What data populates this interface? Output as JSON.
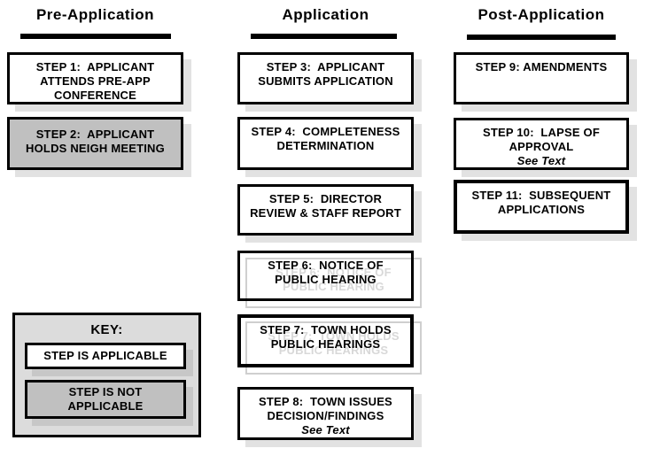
{
  "columns": [
    {
      "header": "Pre-Application"
    },
    {
      "header": "Application"
    },
    {
      "header": "Post-Application"
    }
  ],
  "steps": {
    "s1": {
      "lines": [
        "STEP 1:  APPLICANT",
        "ATTENDS PRE-APP",
        "CONFERENCE"
      ],
      "status": "applicable"
    },
    "s2": {
      "lines": [
        "STEP 2:  APPLICANT",
        "HOLDS NEIGH MEETING"
      ],
      "status": "not-applicable"
    },
    "s3": {
      "lines": [
        "STEP 3:  APPLICANT",
        "SUBMITS APPLICATION"
      ],
      "status": "applicable"
    },
    "s4": {
      "lines": [
        "STEP 4:  COMPLETENESS",
        "DETERMINATION"
      ],
      "status": "applicable"
    },
    "s5": {
      "lines": [
        "STEP 5:  DIRECTOR",
        "REVIEW & STAFF REPORT"
      ],
      "status": "applicable"
    },
    "s6": {
      "lines": [
        "STEP 6:  NOTICE OF",
        "PUBLIC HEARING"
      ],
      "status": "applicable"
    },
    "s7": {
      "lines": [
        "STEP 7:  TOWN HOLDS",
        "PUBLIC HEARINGS"
      ],
      "status": "applicable"
    },
    "s8": {
      "lines": [
        "STEP 8:  TOWN ISSUES",
        "DECISION/FINDINGS"
      ],
      "note": "See Text",
      "status": "applicable"
    },
    "s9": {
      "lines": [
        "STEP 9: AMENDMENTS"
      ],
      "status": "applicable"
    },
    "s10": {
      "lines": [
        "STEP 10:  LAPSE OF",
        "APPROVAL"
      ],
      "note": "See Text",
      "status": "applicable"
    },
    "s11": {
      "lines": [
        "STEP 11:  SUBSEQUENT",
        "APPLICATIONS"
      ],
      "status": "applicable"
    }
  },
  "key": {
    "title": "KEY:",
    "applicable": {
      "lines": [
        "STEP IS APPLICABLE"
      ]
    },
    "not_applicable": {
      "lines": [
        "STEP IS NOT",
        "APPLICABLE"
      ]
    }
  },
  "colors": {
    "box_border": "#000000",
    "applicable_fill": "#ffffff",
    "not_applicable_fill": "#c0c0c0",
    "box_shadow": "#e2e2e2",
    "ghost_text": "#cfcfcf",
    "key_background": "#dcdcdc",
    "key_item_shadow": "#c7c7c7"
  }
}
